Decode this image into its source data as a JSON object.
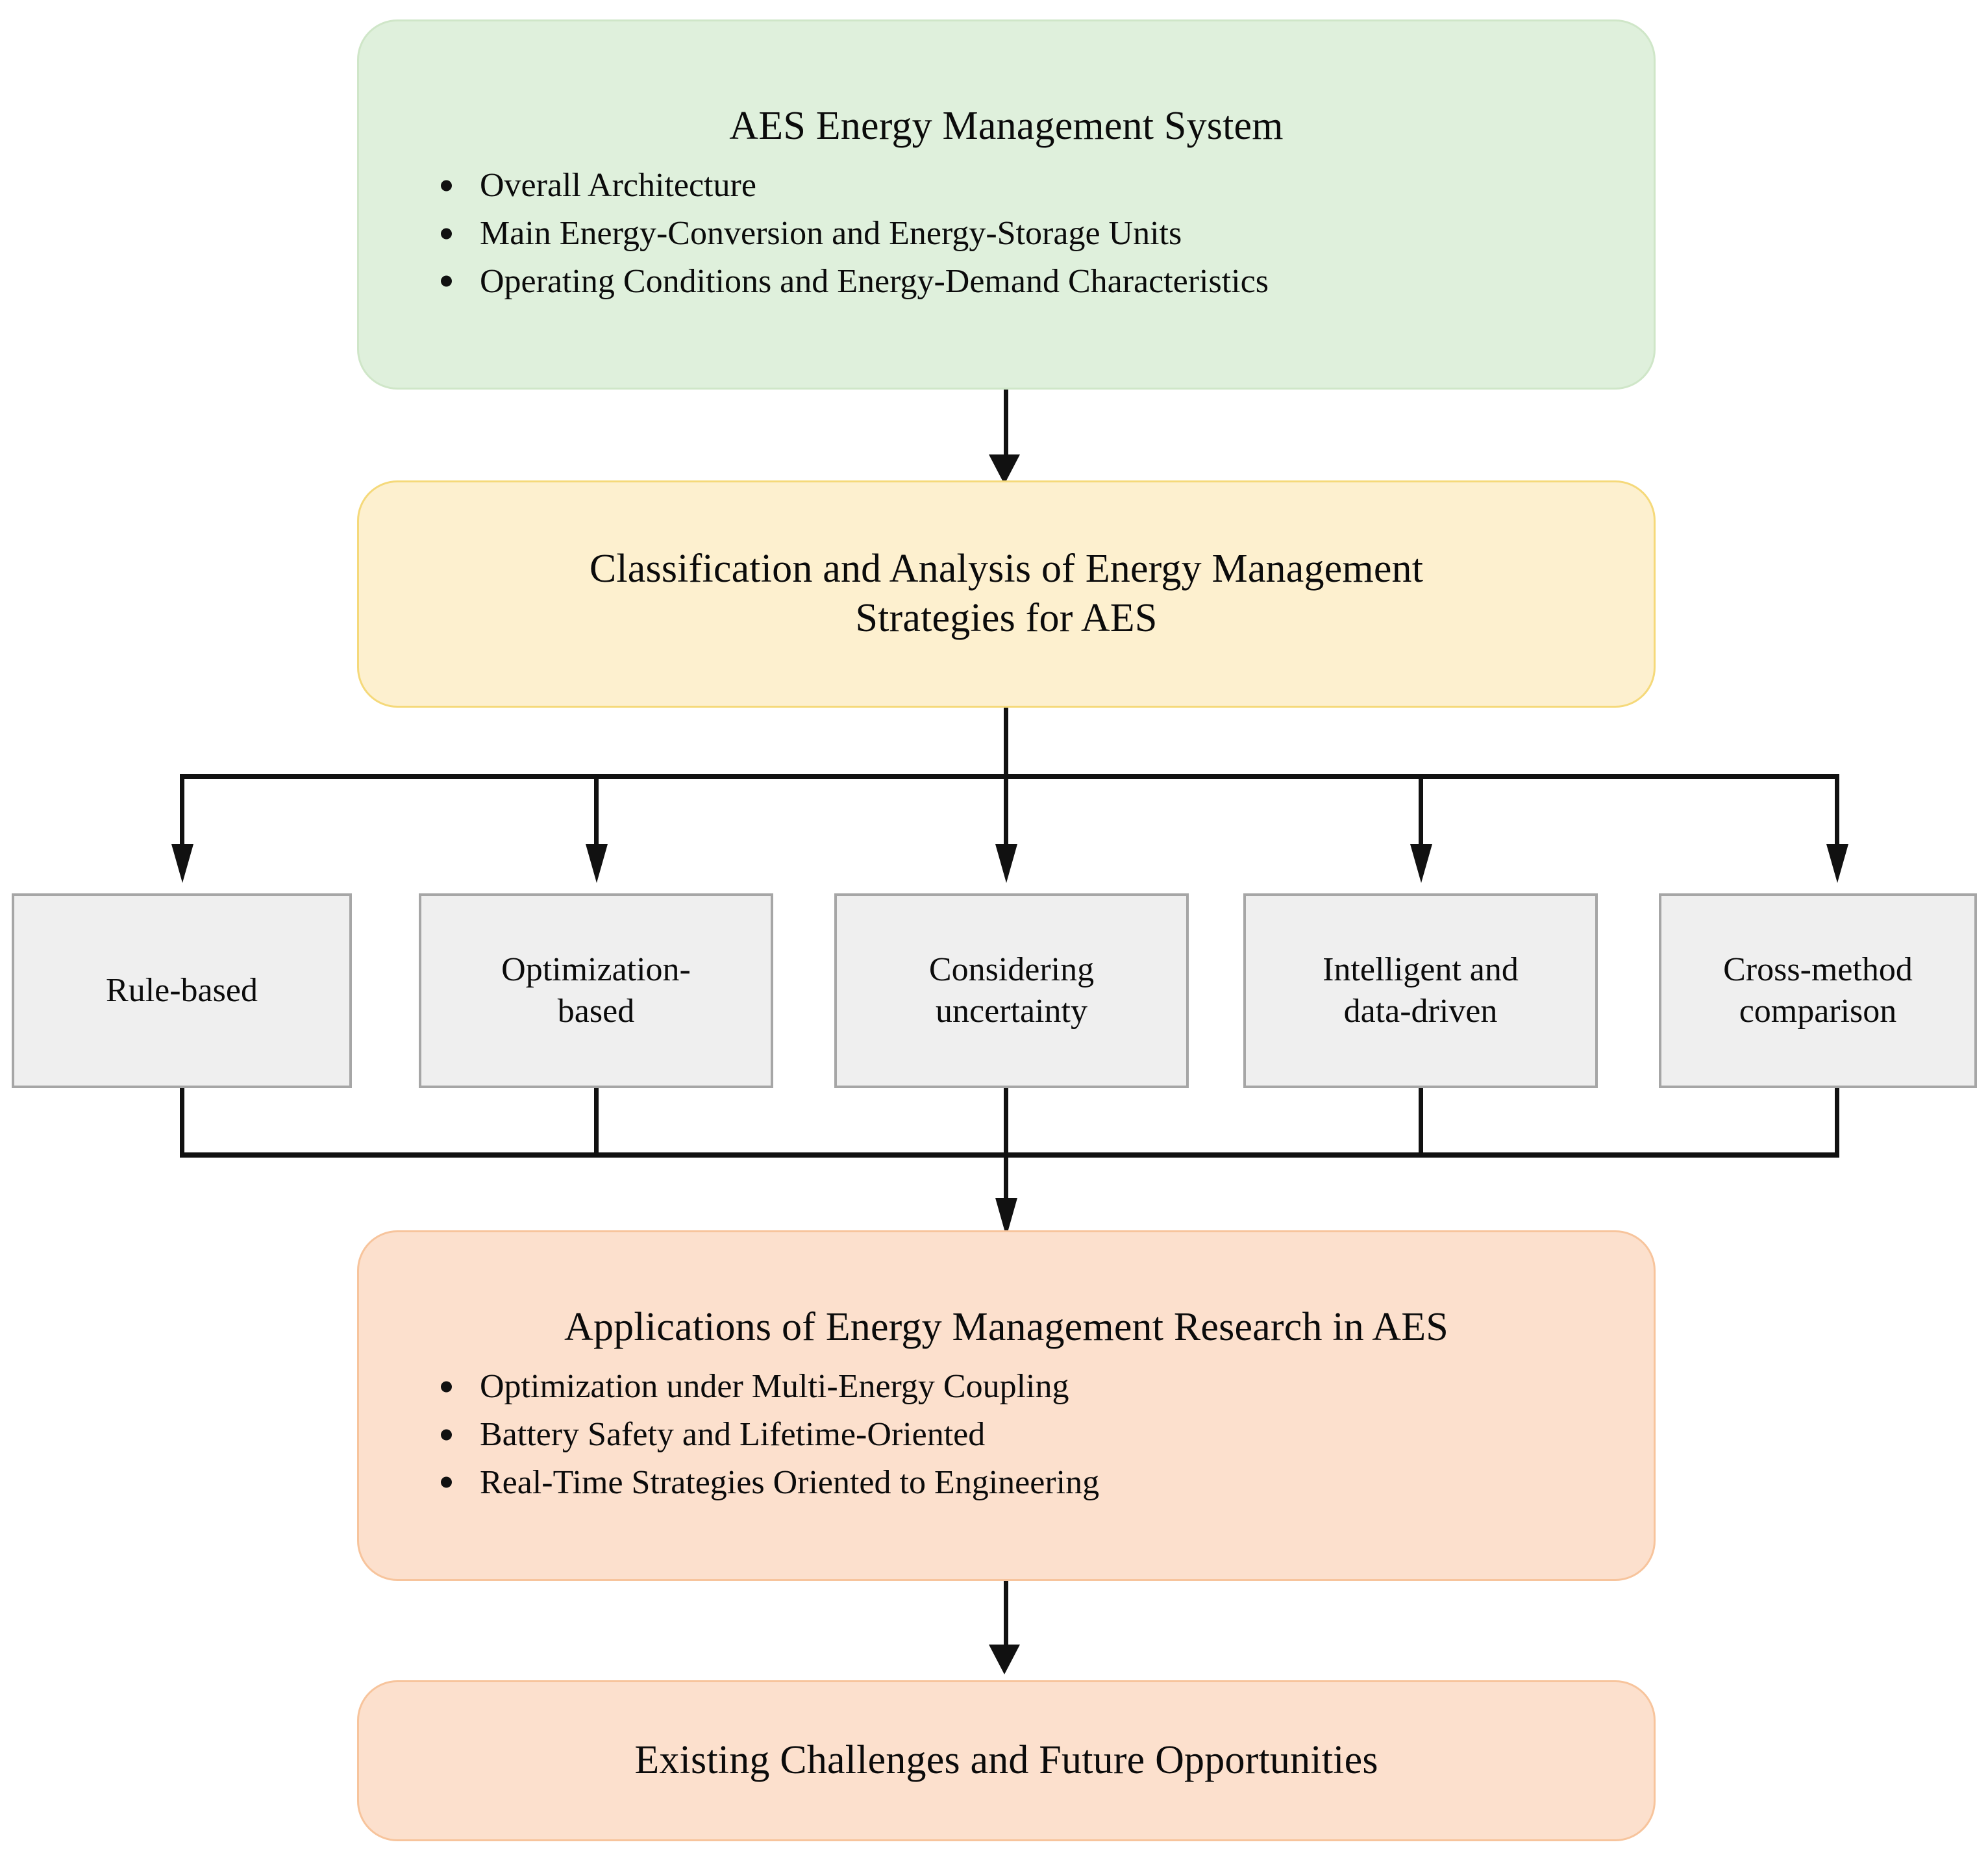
{
  "diagram": {
    "type": "flowchart",
    "orientation": "top-to-bottom",
    "nodes": {
      "overview": {
        "title": "AES Energy Management System",
        "bullets": [
          "Overall Architecture",
          "Main Energy-Conversion and Energy-Storage Units",
          "Operating Conditions and Energy-Demand Characteristics"
        ],
        "fill": "#dff0dc",
        "border": "#cfe6c8",
        "shape": "rounded-rectangle"
      },
      "classification": {
        "title_line1": "Classification and Analysis of Energy Management",
        "title_line2": "Strategies for AES",
        "fill": "#fdf0cf",
        "border": "#f5d97a",
        "shape": "rounded-rectangle"
      },
      "methods": [
        {
          "label_line1": "Rule-based",
          "label_line2": ""
        },
        {
          "label_line1": "Optimization-",
          "label_line2": "based"
        },
        {
          "label_line1": "Considering",
          "label_line2": "uncertainty"
        },
        {
          "label_line1": "Intelligent and",
          "label_line2": "data-driven"
        },
        {
          "label_line1": "Cross-method",
          "label_line2": "comparison"
        }
      ],
      "methods_style": {
        "fill": "#efefef",
        "border": "#a6a6a6",
        "shape": "rectangle"
      },
      "applications": {
        "title": "Applications of Energy Management Research in AES",
        "bullets": [
          "Optimization under Multi-Energy Coupling",
          "Battery Safety and Lifetime-Oriented",
          "Real-Time Strategies Oriented to Engineering"
        ],
        "fill": "#fce0cd",
        "border": "#f7c49c",
        "shape": "rounded-rectangle"
      },
      "challenges": {
        "title": "Existing Challenges and Future Opportunities",
        "fill": "#fce0cd",
        "border": "#f7c49c",
        "shape": "rounded-rectangle"
      }
    },
    "edges": [
      {
        "from": "overview",
        "to": "classification",
        "style": "arrow-down"
      },
      {
        "from": "classification",
        "to": "methods",
        "style": "fan-out-bus"
      },
      {
        "from": "methods",
        "to": "applications",
        "style": "merge-bus"
      },
      {
        "from": "applications",
        "to": "challenges",
        "style": "arrow-down"
      }
    ],
    "line_color": "#111111"
  }
}
